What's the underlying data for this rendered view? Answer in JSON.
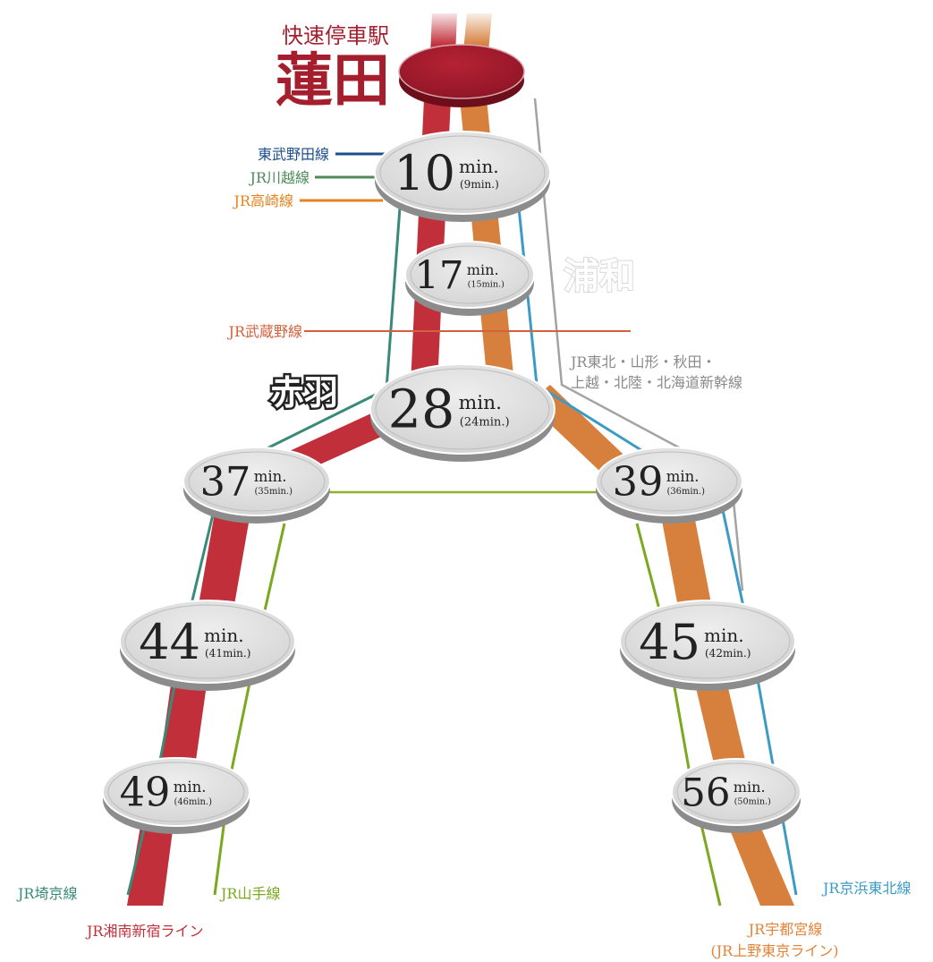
{
  "header": {
    "subtitle": "快速停車駅",
    "station": "蓮田"
  },
  "stations": {
    "urawa": "浦和",
    "akabane": "赤羽"
  },
  "nodes": [
    {
      "id": "node-10",
      "main": "10",
      "unit": "min.",
      "sub": "(9min.)"
    },
    {
      "id": "node-17",
      "main": "17",
      "unit": "min.",
      "sub": "(15min.)"
    },
    {
      "id": "node-28",
      "main": "28",
      "unit": "min.",
      "sub": "(24min.)"
    },
    {
      "id": "node-37",
      "main": "37",
      "unit": "min.",
      "sub": "(35min.)"
    },
    {
      "id": "node-39",
      "main": "39",
      "unit": "min.",
      "sub": "(36min.)"
    },
    {
      "id": "node-44",
      "main": "44",
      "unit": "min.",
      "sub": "(41min.)"
    },
    {
      "id": "node-45",
      "main": "45",
      "unit": "min.",
      "sub": "(42min.)"
    },
    {
      "id": "node-49",
      "main": "49",
      "unit": "min.",
      "sub": "(46min.)"
    },
    {
      "id": "node-56",
      "main": "56",
      "unit": "min.",
      "sub": "(50min.)"
    }
  ],
  "lines": {
    "tobu_noda": {
      "label": "東武野田線",
      "color": "#1b4e8c"
    },
    "kawagoe": {
      "label": "JR川越線",
      "color": "#4f8a5b"
    },
    "takasaki": {
      "label": "JR高崎線",
      "color": "#e5831f"
    },
    "musashino": {
      "label": "JR武蔵野線",
      "color": "#d4603d"
    },
    "shinkansen_1": {
      "label": "JR東北・山形・秋田・",
      "color": "#a3a3a3"
    },
    "shinkansen_2": {
      "label": "上越・北陸・北海道新幹線",
      "color": "#a3a3a3"
    },
    "saikyo": {
      "label": "JR埼京線",
      "color": "#3a8a7a"
    },
    "shonan": {
      "label": "JR湘南新宿ライン",
      "color": "#c0303a"
    },
    "yamanote": {
      "label": "JR山手線",
      "color": "#7aa81e"
    },
    "keihin": {
      "label": "JR京浜東北線",
      "color": "#3b9bc4"
    },
    "utsunomiya_1": {
      "label": "JR宇都宮線",
      "color": "#e0843a"
    },
    "utsunomiya_2": {
      "label": "(JR上野東京ライン)",
      "color": "#e0843a"
    }
  },
  "colors": {
    "red_band": "#c1303a",
    "orange_band": "#d7803e",
    "station_red": "#a51e2d",
    "node_fill": "#dddddd"
  }
}
